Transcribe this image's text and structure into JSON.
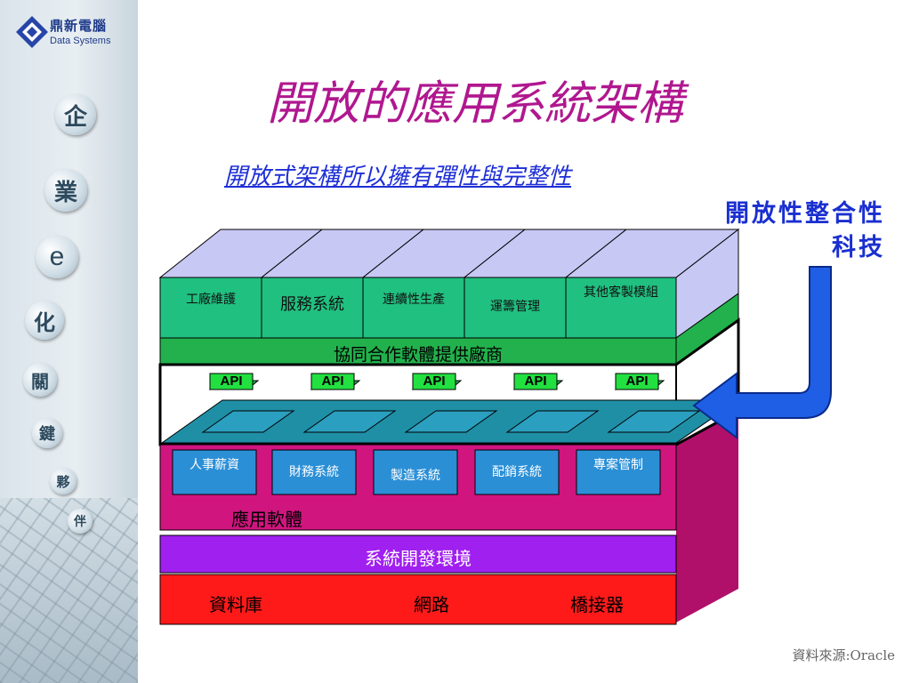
{
  "logo": {
    "name_cn": "鼎新電腦",
    "name_en": "Data Systems"
  },
  "sidebar": {
    "chars": [
      "企",
      "業",
      "e",
      "化",
      "關",
      "鍵",
      "夥",
      "伴"
    ]
  },
  "title": "開放的應用系統架構",
  "subtitle": "開放式架構所以擁有彈性與完整性",
  "side_note": "開放性整合性科技",
  "diagram": {
    "top_modules": [
      "工廠維護",
      "服務系統",
      "連續性生產",
      "運籌管理",
      "其他客製模組"
    ],
    "vendor_band": "協同合作軟體提供廠商",
    "api_label": "API",
    "app_modules": [
      "人事薪資",
      "財務系統",
      "製造系統",
      "配銷系統",
      "專案管制"
    ],
    "app_layer": "應用軟體",
    "dev_env": "系統開發環境",
    "base_items": [
      "資料庫",
      "網路",
      "橋接器"
    ]
  },
  "colors": {
    "title": "#b0178f",
    "subtitle": "#1e2fd6",
    "module_green": "#20c080",
    "band_green": "#22b14c",
    "app_blue": "#2b8fd6",
    "magenta": "#d0157f",
    "purple": "#a020f0",
    "red": "#ff1a1a",
    "arrow_blue": "#1f5fe6"
  },
  "source": "資料來源:Oracle"
}
